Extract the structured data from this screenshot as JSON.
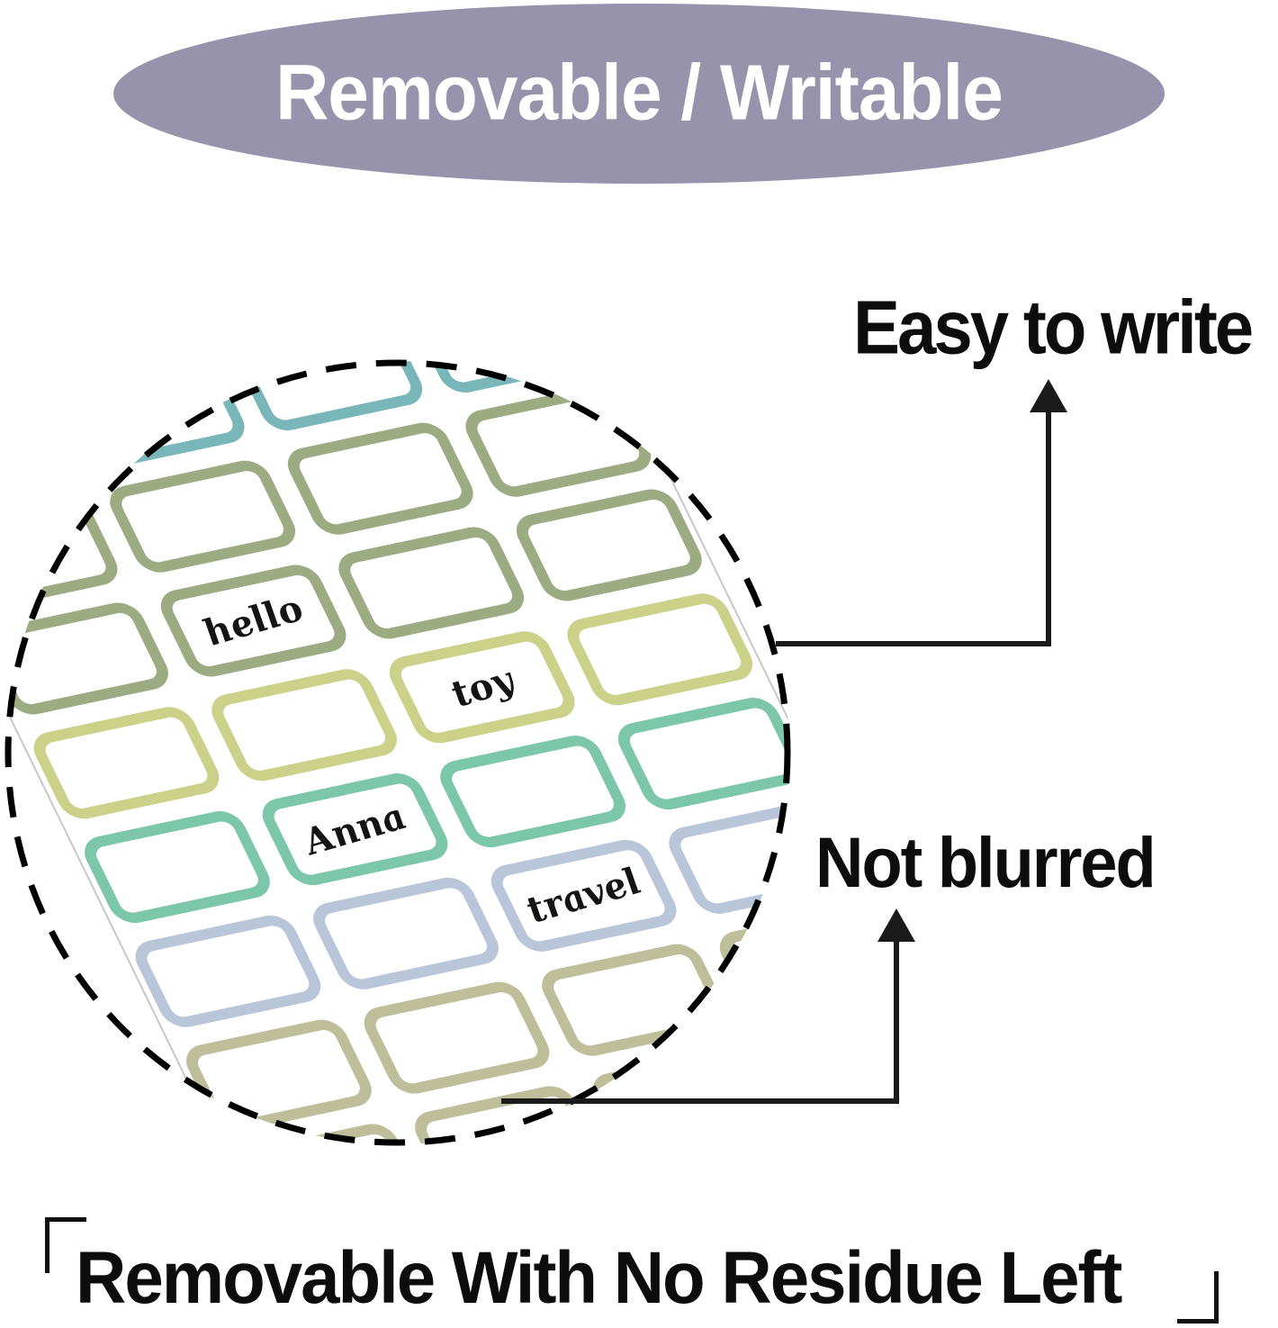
{
  "badge": {
    "label": "Removable / Writable",
    "bg_color": "#9793ac",
    "text_color": "#ffffff"
  },
  "callouts": {
    "easy_to_write": "Easy to write",
    "not_blurred": "Not blurred",
    "bottom_note": "Removable With No Residue Left"
  },
  "magnifier": {
    "sheet": {
      "columns": 4,
      "row_colors": [
        "peach",
        "teal",
        "teal",
        "sage",
        "sage",
        "yellow_green",
        "seafoam",
        "blue_gray",
        "khaki",
        "khaki"
      ],
      "palette": {
        "peach": "#f9d3bd",
        "teal": "#79b6b9",
        "sage": "#9cab82",
        "yellow_green": "#cbd189",
        "seafoam": "#7cc6a9",
        "blue_gray": "#b9c6da",
        "khaki": "#bfbe9b"
      },
      "handwritten": [
        {
          "row": 5,
          "col": 2,
          "text": "hello"
        },
        {
          "row": 6,
          "col": 3,
          "text": "toy"
        },
        {
          "row": 7,
          "col": 2,
          "text": "Anna"
        },
        {
          "row": 8,
          "col": 3,
          "text": "travel"
        }
      ]
    }
  },
  "colors": {
    "line": "#1a1a1a",
    "ring": "#000000",
    "sheet_edge": "#c6c6c6",
    "ink": "#0d0d0d"
  }
}
